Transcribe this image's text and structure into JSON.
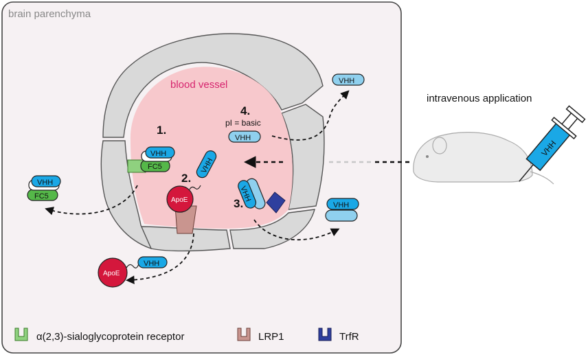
{
  "region_label": "brain parenchyma",
  "vessel_label": "blood vessel",
  "application_label": "intravenous application",
  "steps": {
    "s1": "1.",
    "s2": "2.",
    "s3": "3.",
    "s4": "4."
  },
  "pi_label": "pI = basic",
  "molecules": {
    "vhh": "VHH",
    "fc5": "FC5",
    "apoe": "ApoE"
  },
  "legend": [
    {
      "label": "α(2,3)-sialoglycoprotein receptor",
      "color": "#8fd17f"
    },
    {
      "label": "LRP1",
      "color": "#c9958f"
    },
    {
      "label": "TrfR",
      "color": "#2f3f9e"
    }
  ],
  "colors": {
    "vhh_blue": "#1aa8e6",
    "vhh_light": "#8fd0ee",
    "fc5_green": "#55b849",
    "apoe_red": "#d4173c",
    "vessel_fill": "#f7c8cc",
    "wall_grey": "#d9d9d9",
    "panel_bg": "#f6f1f3"
  }
}
